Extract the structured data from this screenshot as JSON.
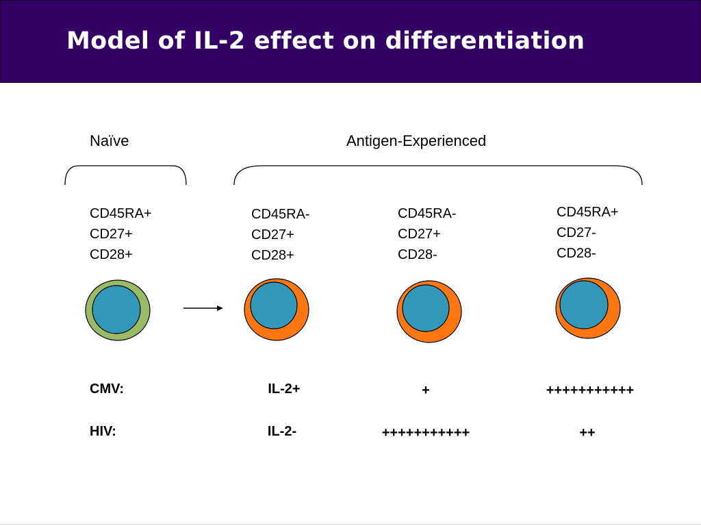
{
  "title": "Model of IL-2 effect on differentiation",
  "groups": {
    "naive": "Naïve",
    "experienced": "Antigen-Experienced"
  },
  "phenotypes": [
    [
      "CD45RA+",
      "CD27+",
      "CD28+"
    ],
    [
      "CD45RA-",
      "CD27+",
      "CD28+"
    ],
    [
      "CD45RA-",
      "CD27+",
      "CD28-"
    ],
    [
      "CD45RA+",
      "CD27-",
      "CD28-"
    ]
  ],
  "cells": [
    {
      "type": "naive",
      "outer_color": "#99bb66",
      "nucleus_color": "#3399bb"
    },
    {
      "type": "experienced",
      "outer_color": "#ff7711",
      "nucleus_color": "#3399bb"
    },
    {
      "type": "experienced",
      "outer_color": "#ff7711",
      "nucleus_color": "#3399bb"
    },
    {
      "type": "experienced",
      "outer_color": "#ff7711",
      "nucleus_color": "#3399bb"
    }
  ],
  "rows": [
    {
      "label": "CMV:",
      "values": [
        "IL-2+",
        "+",
        "+++++++++++"
      ]
    },
    {
      "label": "HIV:",
      "values": [
        "IL-2-",
        "+++++++++++",
        "++"
      ]
    }
  ],
  "colors": {
    "title_bg": "#330066",
    "title_text": "#ffffff"
  }
}
